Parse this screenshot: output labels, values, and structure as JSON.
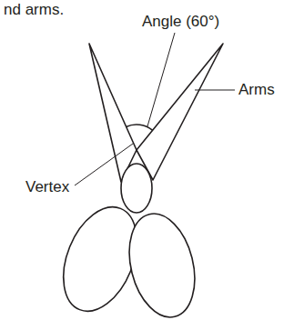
{
  "diagram": {
    "labels": [
      "nd arms.",
      "Angle (60°)",
      "Arms",
      "Vertex"
    ]
  }
}
